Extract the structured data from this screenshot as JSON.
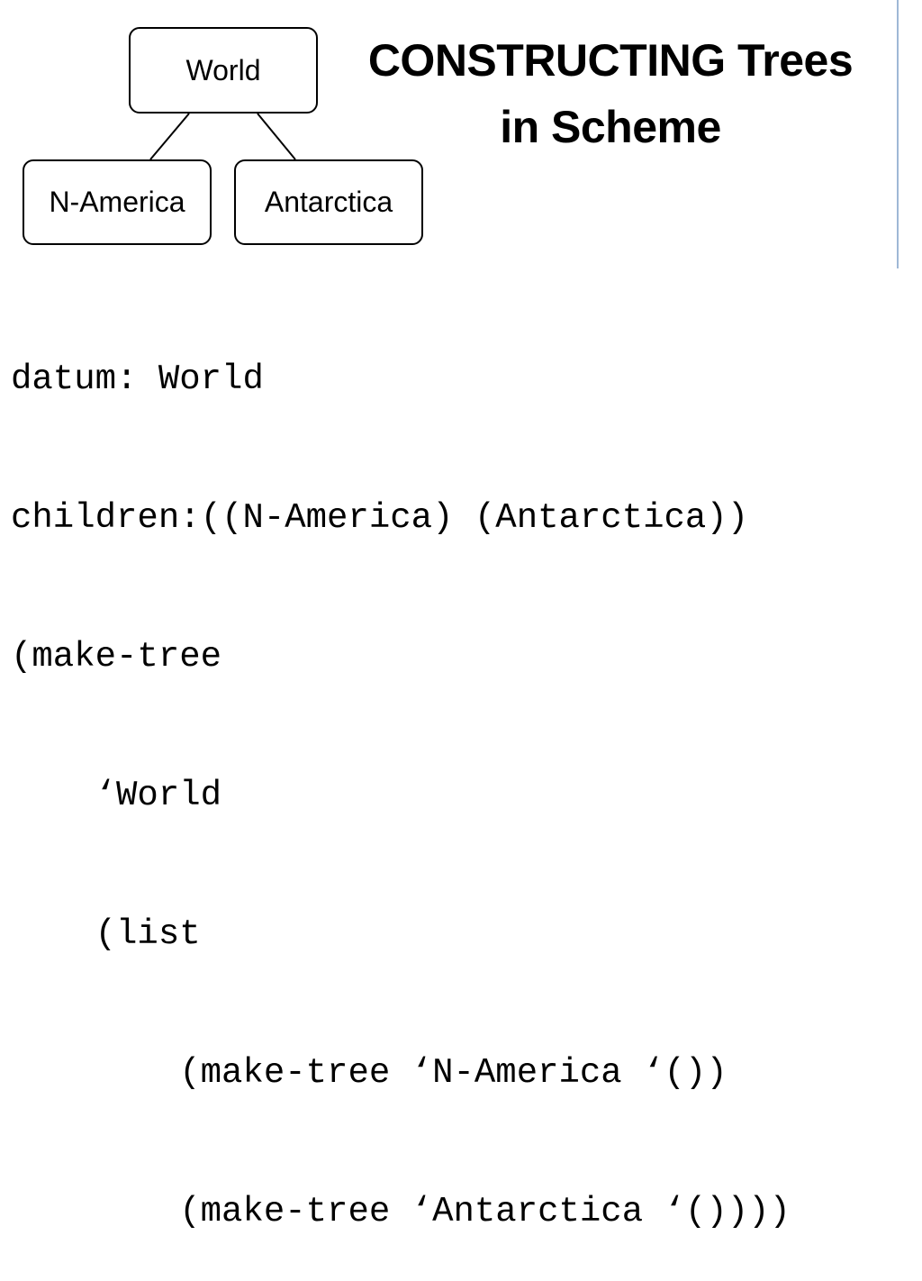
{
  "title": {
    "line1": "CONSTRUCTING Trees",
    "line2": "in Scheme"
  },
  "tree": {
    "root": "World",
    "children": [
      "N-America",
      "Antarctica"
    ]
  },
  "code": {
    "lines": [
      "datum: World",
      "children:((N-America) (Antarctica))",
      "(make-tree",
      "    ‘World",
      "    (list",
      "        (make-tree ‘N-America ‘())",
      "        (make-tree ‘Antarctica ‘())))"
    ]
  }
}
